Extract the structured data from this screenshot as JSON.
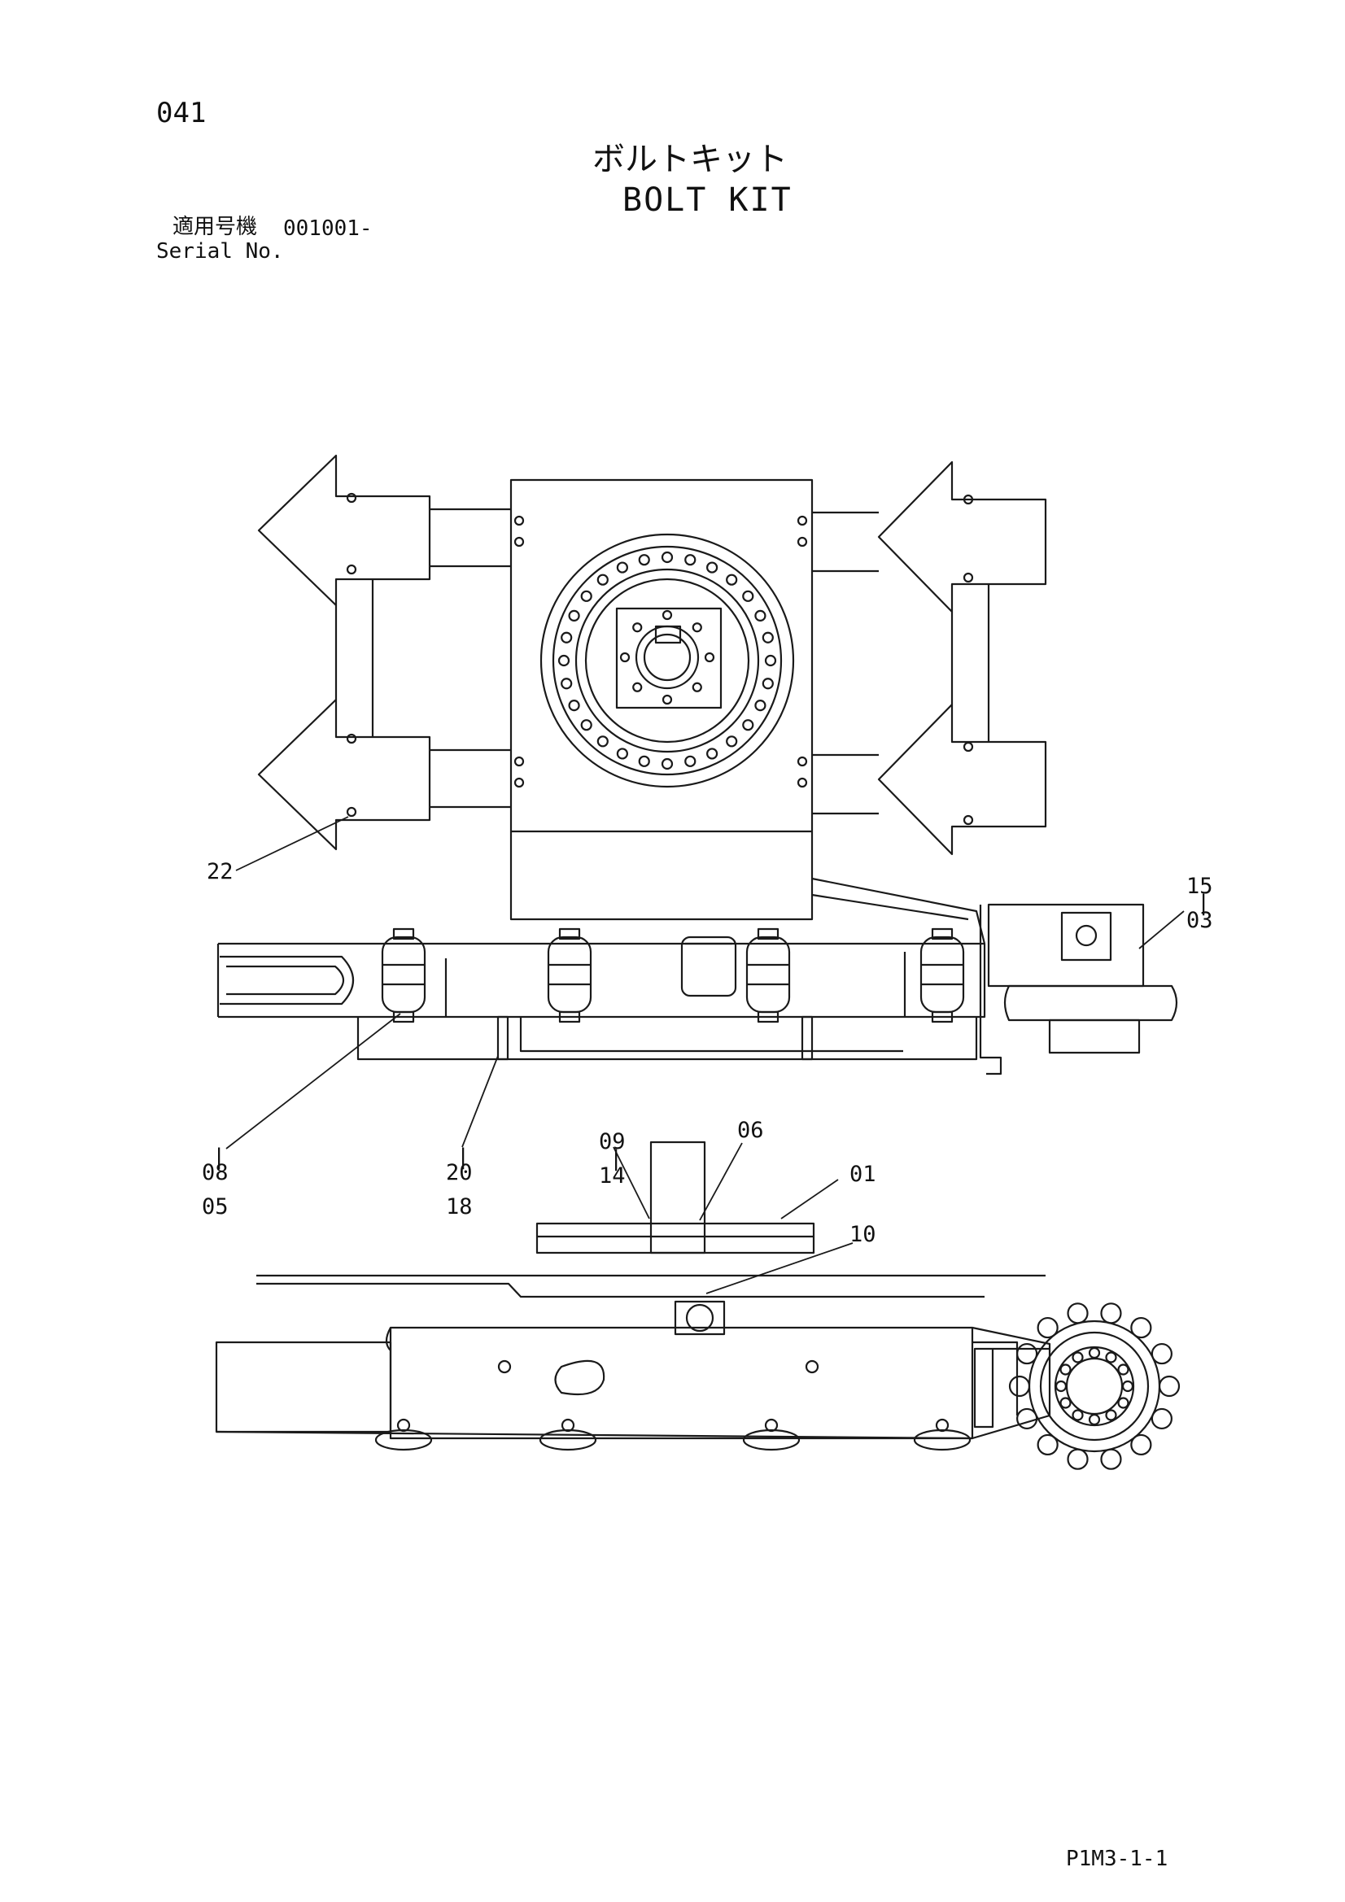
{
  "header": {
    "page_number": "041",
    "title_jp": "ボルトキット",
    "title_en": "BOLT KIT",
    "serial_label_jp": "適用号機",
    "serial_value": "001001-",
    "serial_label_en": "Serial No."
  },
  "callouts": [
    "22",
    "15",
    "03",
    "08",
    "05",
    "20",
    "18",
    "09",
    "14",
    "06",
    "01",
    "10"
  ],
  "footer": {
    "drawing_code": "P1M3-1-1"
  }
}
